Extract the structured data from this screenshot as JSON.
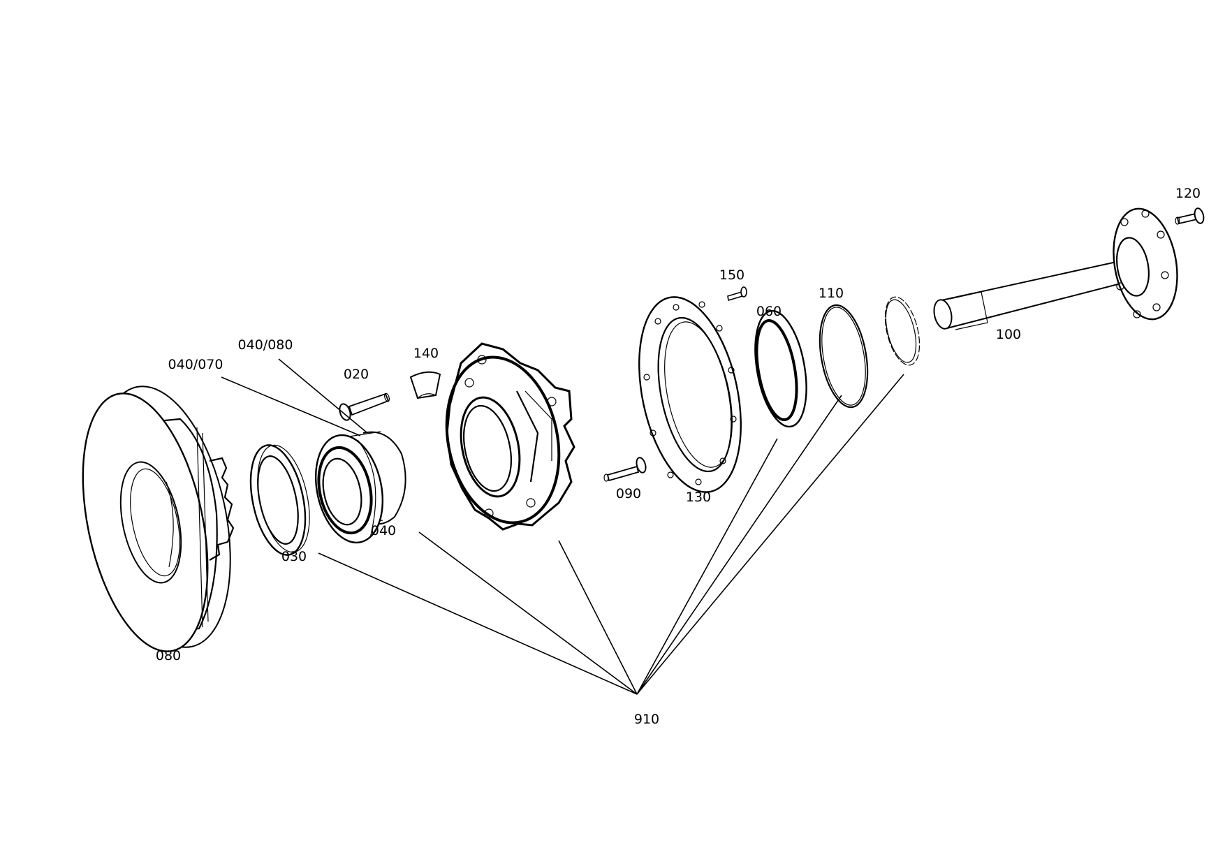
{
  "diagram": {
    "labels": {
      "l080": "080",
      "l030": "030",
      "l040": "040",
      "l040_070": "040/070",
      "l040_080": "040/080",
      "l020": "020",
      "l140": "140",
      "l090": "090",
      "l130": "130",
      "l150": "150",
      "l060": "060",
      "l110": "110",
      "l100": "100",
      "l120": "120",
      "l910": "910"
    },
    "colors": {
      "line": "#000000",
      "background": "#ffffff"
    }
  }
}
